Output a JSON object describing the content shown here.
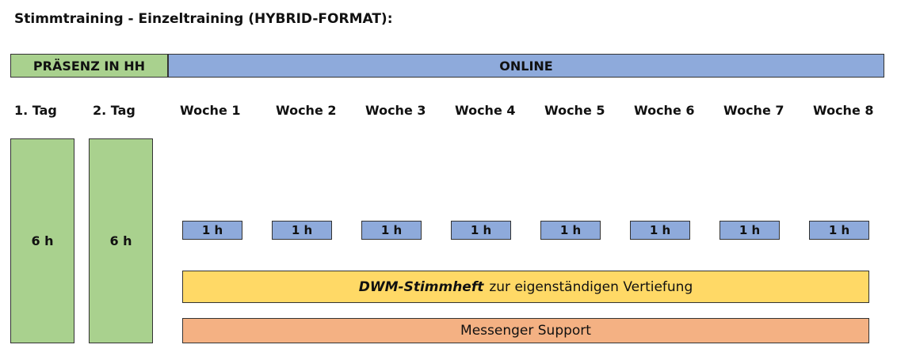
{
  "title": "Stimmtraining - Einzeltraining (HYBRID-FORMAT):",
  "bands": {
    "presence": "PRÄSENZ IN HH",
    "online": "ONLINE"
  },
  "days": [
    {
      "label": "1. Tag",
      "hours": "6 h"
    },
    {
      "label": "2. Tag",
      "hours": "6 h"
    }
  ],
  "weeks": [
    {
      "label": "Woche 1",
      "hours": "1 h"
    },
    {
      "label": "Woche 2",
      "hours": "1 h"
    },
    {
      "label": "Woche 3",
      "hours": "1 h"
    },
    {
      "label": "Woche 4",
      "hours": "1 h"
    },
    {
      "label": "Woche 5",
      "hours": "1 h"
    },
    {
      "label": "Woche 6",
      "hours": "1 h"
    },
    {
      "label": "Woche 7",
      "hours": "1 h"
    },
    {
      "label": "Woche 8",
      "hours": "1 h"
    }
  ],
  "stimmheft": {
    "emphasis": "DWM-Stimmheft",
    "rest": "zur eigenständigen Vertiefung"
  },
  "support": "Messenger Support",
  "colors": {
    "presence": "#a9d18e",
    "online": "#8eaadb",
    "stimmheft": "#ffd966",
    "support": "#f4b183"
  }
}
